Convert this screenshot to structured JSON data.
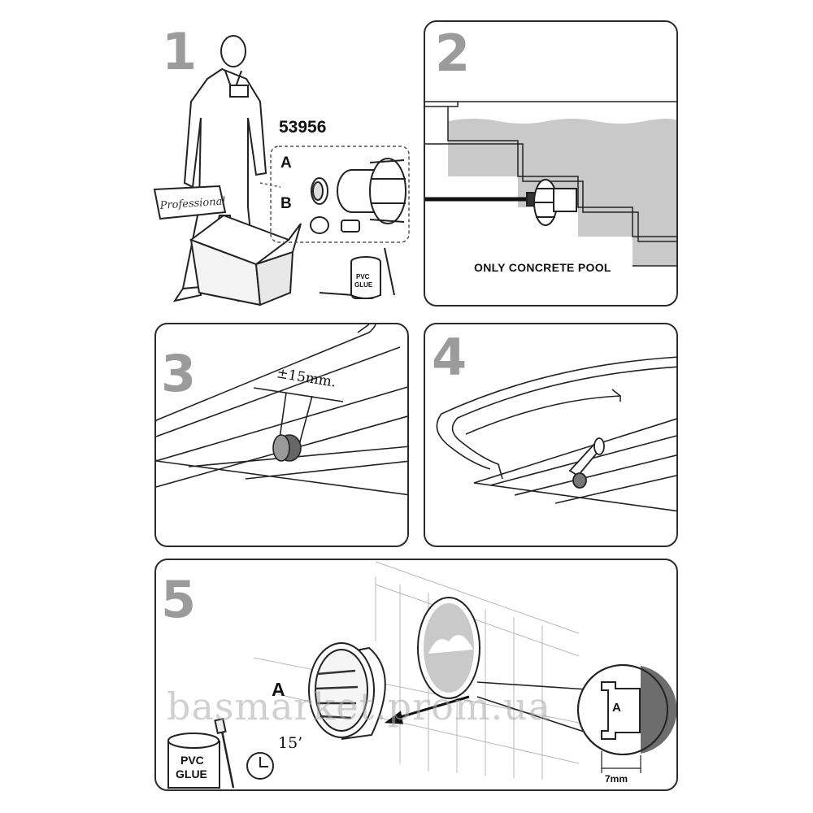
{
  "steps": {
    "s1": "1",
    "s2": "2",
    "s3": "3",
    "s4": "4",
    "s5": "5"
  },
  "panel1": {
    "part_number": "53956",
    "part_a": "A",
    "part_b": "B",
    "box_label": "Professional",
    "glue_label_line1": "PVC",
    "glue_label_line2": "GLUE"
  },
  "panel2": {
    "caption": "ONLY CONCRETE POOL"
  },
  "panel3": {
    "measurement": "±15mm."
  },
  "panel5": {
    "part_a": "A",
    "detail_a": "A",
    "time": "15’",
    "gap": "7mm",
    "glue_label_line1": "PVC",
    "glue_label_line2": "GLUE"
  },
  "watermark": "basmarket.prom.ua",
  "icons": [
    "worker-figure",
    "lamp-kit",
    "cardboard-box",
    "screwdriver",
    "glue-can",
    "pool-lamp",
    "clock-icon",
    "detail-circle"
  ],
  "colors": {
    "step_number": "#9b9b9b",
    "border": "#2b2b2b",
    "water": "#c9c9c9",
    "detail_dark": "#6d6d6d"
  }
}
